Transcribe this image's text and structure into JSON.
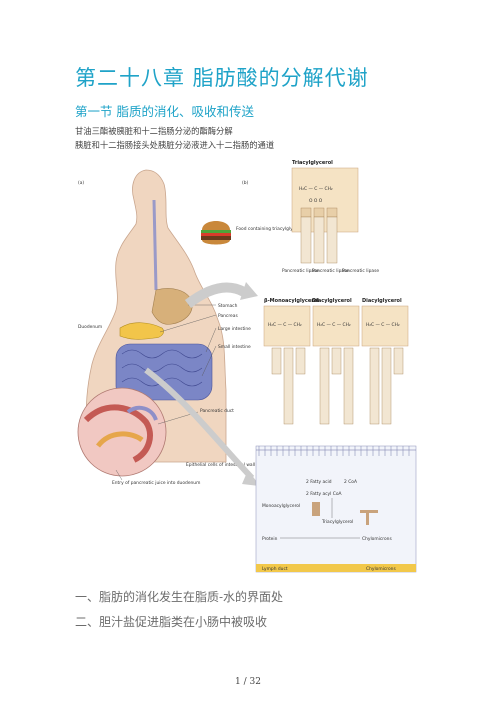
{
  "chapter_title": "第二十八章  脂肪酸的分解代谢",
  "section_title": "第一节  脂质的消化、吸收和传送",
  "intro_lines": [
    "甘油三酯被胰脏和十二指肠分泌的酯酶分解",
    "胰脏和十二指肠接头处胰脏分泌液进入十二指肠的通道"
  ],
  "figure": {
    "panel_a": "(a)",
    "panel_b": "(b)",
    "triacylglycerol": "Triacylglycerol",
    "food_label": "Food containing triacylglycerols",
    "organ_labels": [
      "Stomach",
      "Pancreas",
      "Large intestine",
      "Small intestine"
    ],
    "duodenum": "Duodenum",
    "pancreatic_duct": "Pancreatic duct",
    "juice_label": "Entry of pancreatic juice into duodenum",
    "lipases": [
      "Pancreatic lipase",
      "Pancreatic lipase",
      "Pancreatic lipase"
    ],
    "products": [
      "β-Monoacylglycerol",
      "Diacylglycerol",
      "Diacylglycerol"
    ],
    "epithelial": "Epithelial cells of intestinal wall",
    "fatty_acid_1": "2 Fatty acid",
    "coa_1": "2 CoA",
    "fatty_acyl": "2 Fatty acyl CoA",
    "monoacyl": "Monoacylglycerol",
    "triacyl_cell": "Triacylglycerol",
    "protein": "Protein",
    "chylomicrons": "Chylomicrons",
    "lymph_duct": "Lymph duct",
    "chylomicrons_bottom": "Chylomicrons"
  },
  "bullets": [
    "一、脂肪的消化发生在脂质-水的界面处",
    "二、胆汁盐促进脂类在小肠中被吸收"
  ],
  "page_number": "1 / 32"
}
